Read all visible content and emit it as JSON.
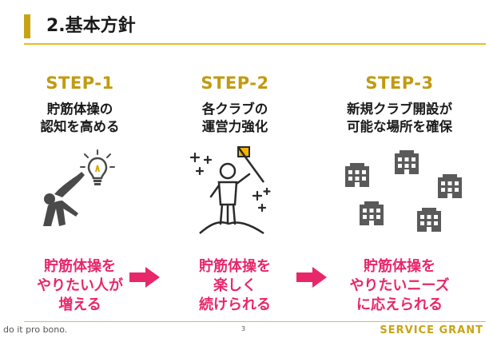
{
  "header": {
    "title": "2.基本方針"
  },
  "steps": [
    {
      "label": "STEP-1",
      "subtitle": "貯筋体操の\n認知を高める",
      "result": "貯筋体操を\nやりたい人が\n増える"
    },
    {
      "label": "STEP-2",
      "subtitle": "各クラブの\n運営力強化",
      "result": "貯筋体操を\n楽しく\n続けられる"
    },
    {
      "label": "STEP-3",
      "subtitle": "新規クラブ開設が\n可能な場所を確保",
      "result": "貯筋体操を\nやりたいニーズ\nに応えられる"
    }
  ],
  "icons": [
    "stretching-person-icon",
    "lightbulb-icon",
    "flag-climber-icon",
    "buildings-icon",
    "arrow-right-icon"
  ],
  "colors": {
    "accent": "#c8a415",
    "step": "#c29a10",
    "result": "#e8276b",
    "icon": "#4a4a4a"
  },
  "footer": {
    "left": "do it pro bono.",
    "page": "3",
    "right": "SERVICE GRANT"
  }
}
